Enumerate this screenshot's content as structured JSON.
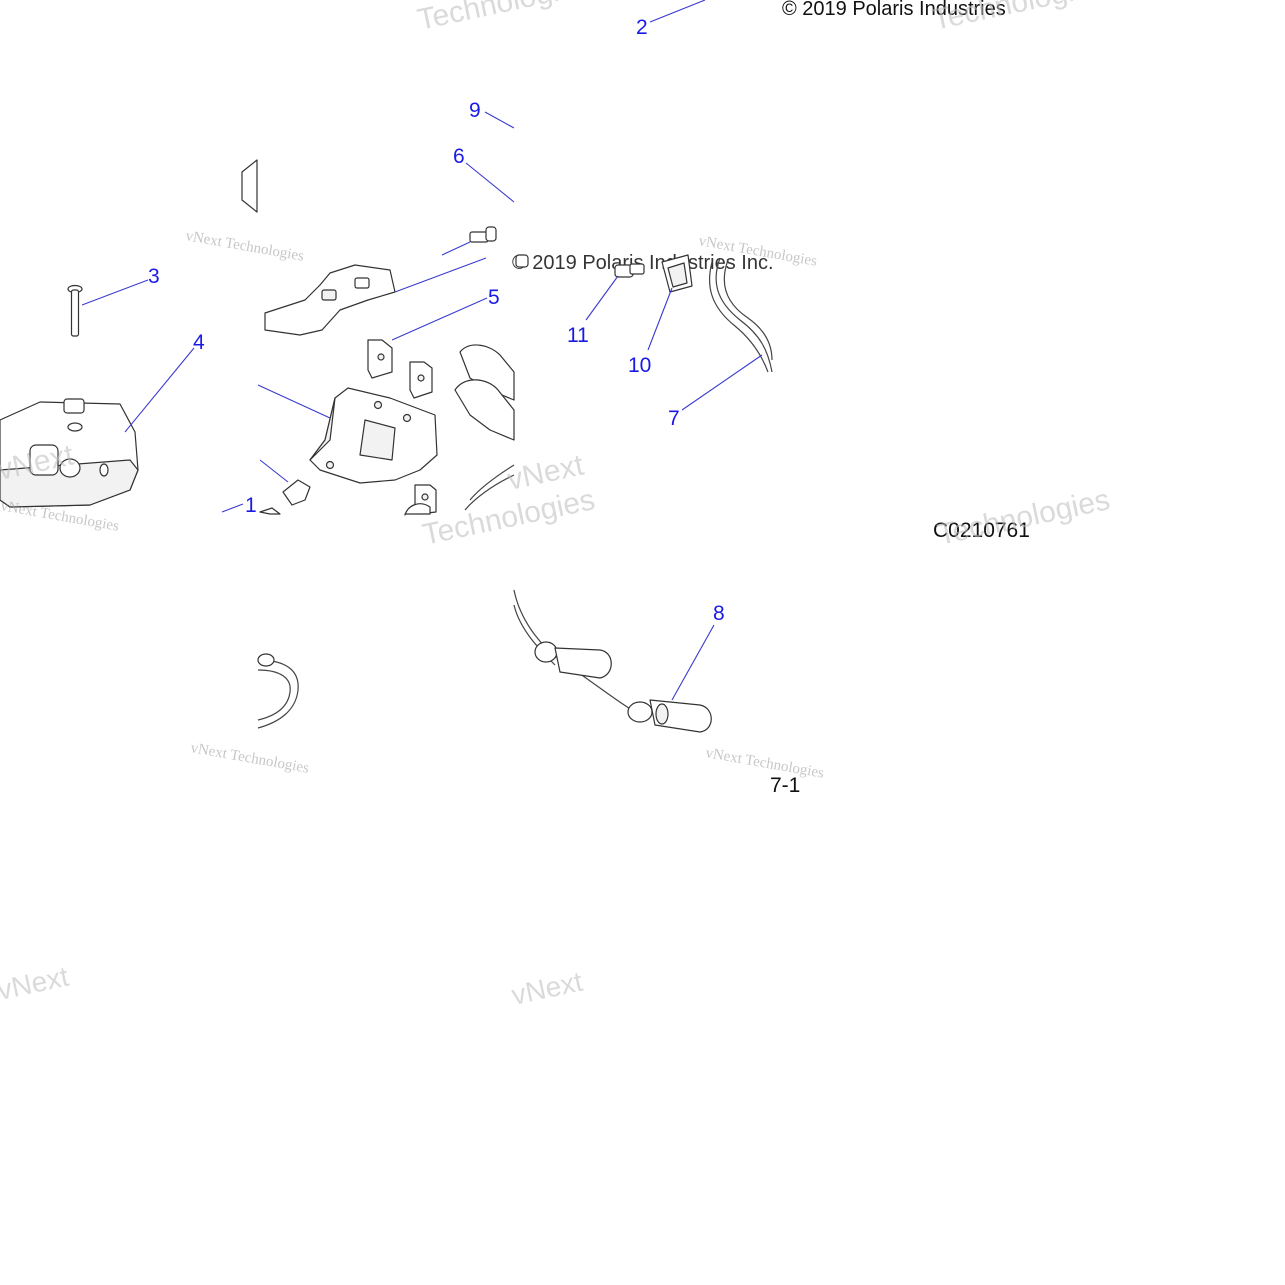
{
  "copyright": "© 2019 Polaris Industries",
  "copyright_partial": "© 2019 Polaris Industries Inc.",
  "figure_code": "C0210761",
  "page_fragment": "7-1",
  "watermark": {
    "line1": "vNext Technologies",
    "line2": "Technologies",
    "line3": "vNext"
  },
  "callouts": [
    "1",
    "2",
    "3",
    "4",
    "5",
    "6",
    "7",
    "8",
    "9",
    "10",
    "11"
  ],
  "colors": {
    "callout": "#1a1ae6",
    "leader": "#3a3ad0",
    "linework": "#333333",
    "watermark": "#9a9a9a"
  }
}
